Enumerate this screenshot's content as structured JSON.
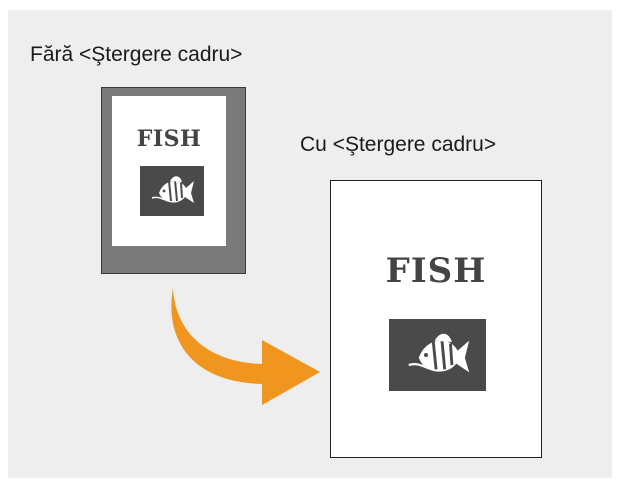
{
  "labels": {
    "without_frame_erase": "Fără <Ştergere cadru>",
    "with_frame_erase": "Cu <Ştergere cadru>"
  },
  "document": {
    "title": "FISH"
  },
  "icons": {
    "photo": "fish-icon",
    "arrow": "curved-arrow-icon"
  },
  "colors": {
    "background": "#eeeeee",
    "scan_frame": "#7a7a7a",
    "photo_bg": "#4a4a4a",
    "arrow": "#f0961e"
  }
}
